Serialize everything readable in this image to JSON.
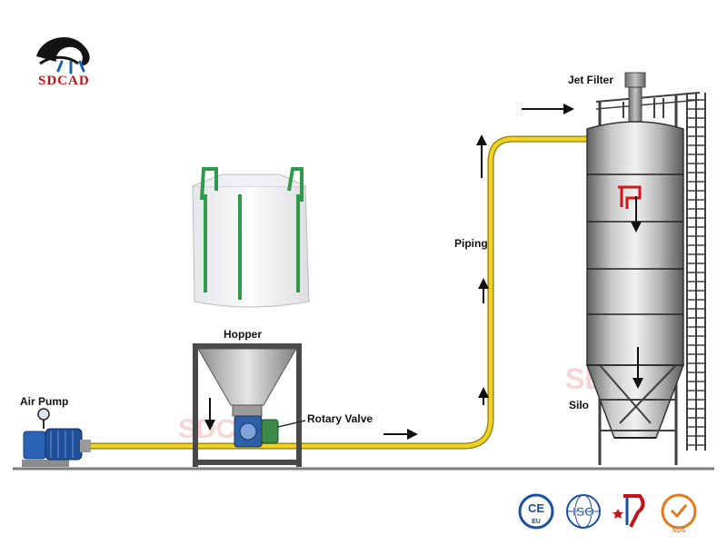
{
  "brand": {
    "name": "SDCAD",
    "watermark": "SDCAD"
  },
  "labels": {
    "air_pump": "Air Pump",
    "hopper": "Hopper",
    "rotary_valve": "Rotary Valve",
    "piping": "Piping",
    "jet_filter": "Jet Filter",
    "silo": "Silo"
  },
  "certifications": [
    {
      "name": "CE",
      "sub": "EU",
      "color": "#1a4fa3"
    },
    {
      "name": "ISO",
      "color": "#1a4fa3"
    },
    {
      "name": "certification-mark",
      "color": "#c0141b"
    },
    {
      "name": "SGS",
      "color": "#e07a1f"
    }
  ],
  "colors": {
    "pipe": "#f0d21f",
    "pipe_outline": "#8a7a10",
    "accent": "#c0141b"
  }
}
